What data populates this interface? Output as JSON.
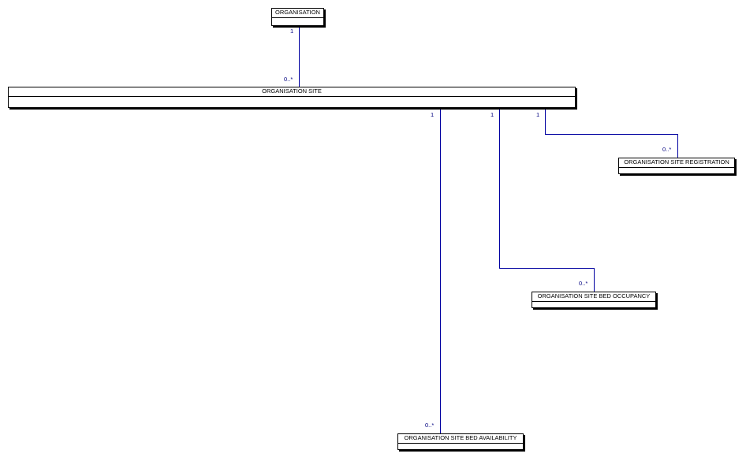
{
  "diagram": {
    "line_color": "#0000a0",
    "label_color": "#000080",
    "entities": {
      "organisation": "ORGANISATION",
      "organisation_site": "ORGANISATION SITE",
      "site_registration": "ORGANISATION SITE REGISTRATION",
      "site_bed_occupancy": "ORGANISATION SITE BED OCCUPANCY",
      "site_bed_availability": "ORGANISATION SITE BED AVAILABILITY"
    },
    "relationships": [
      {
        "from": "organisation",
        "to": "organisation_site",
        "from_mult": "1",
        "to_mult": "0..*"
      },
      {
        "from": "organisation_site",
        "to": "site_bed_availability",
        "from_mult": "1",
        "to_mult": "0..*"
      },
      {
        "from": "organisation_site",
        "to": "site_bed_occupancy",
        "from_mult": "1",
        "to_mult": "0..*"
      },
      {
        "from": "organisation_site",
        "to": "site_registration",
        "from_mult": "1",
        "to_mult": "0..*"
      }
    ]
  }
}
